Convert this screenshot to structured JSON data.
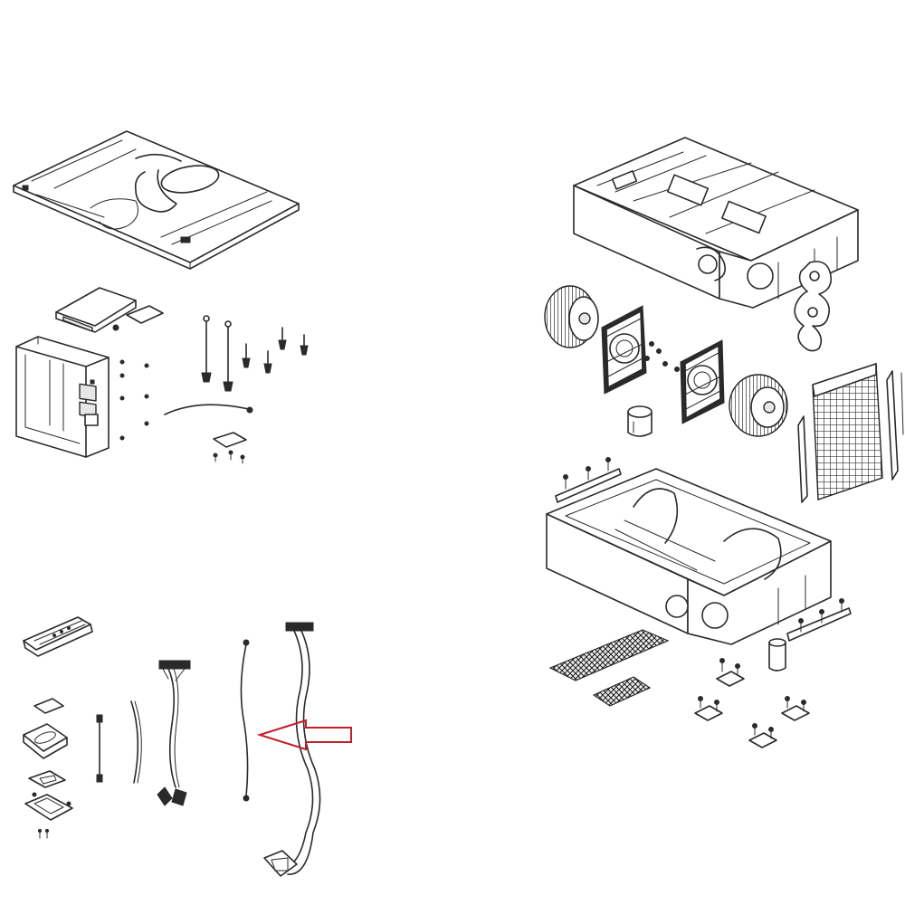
{
  "diagram": {
    "type": "exploded-parts-view",
    "colors": {
      "line": "#2a2a2a",
      "background": "#ffffff",
      "highlight_arrow": "#c0202a"
    },
    "highlight": {
      "shape": "arrow-outline",
      "points_to": "power-cord-wire",
      "direction": "left"
    },
    "parts": [
      "top-cover-plate",
      "control-box-assembly",
      "pcb-board",
      "control-screws",
      "sensor-wire",
      "clip-bracket",
      "remote-control",
      "display-panel",
      "display-cover",
      "display-frame",
      "display-base",
      "wire-small",
      "wire-curved",
      "wire-harness-4pin",
      "power-cord-wire",
      "power-cord-plug",
      "upper-housing",
      "left-blower-wheel",
      "left-fan-grille",
      "right-fan-grille",
      "right-blower-wheel",
      "capacitor",
      "float-part",
      "air-filter",
      "side-rail",
      "lower-base",
      "drain-screen-large",
      "drain-screen-small",
      "caster-wheels"
    ]
  }
}
